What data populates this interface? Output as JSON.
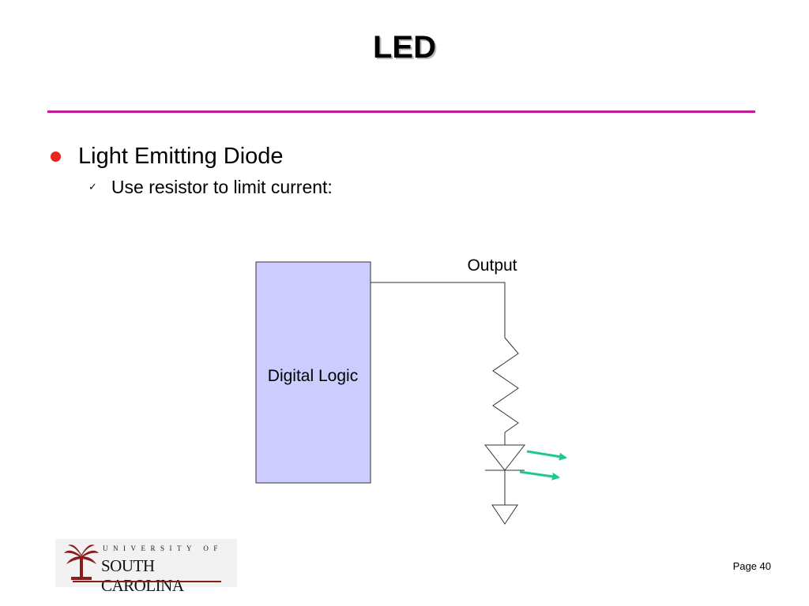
{
  "slide": {
    "title": "LED",
    "bullets": [
      {
        "text": "Light Emitting Diode"
      },
      {
        "text": "Use resistor to limit current:"
      }
    ],
    "page_label": "Page 40"
  },
  "diagram": {
    "block_label": "Digital Logic",
    "output_label": "Output",
    "block_fill": "#ccccff",
    "emission_color": "#1fc98e"
  },
  "logo": {
    "line1": "UNIVERSITY OF",
    "line2": "SOUTH CAROLINA",
    "accent": "#8a1c1c"
  },
  "colors": {
    "rule": "#c4199a",
    "bullet": "#e8251e"
  }
}
